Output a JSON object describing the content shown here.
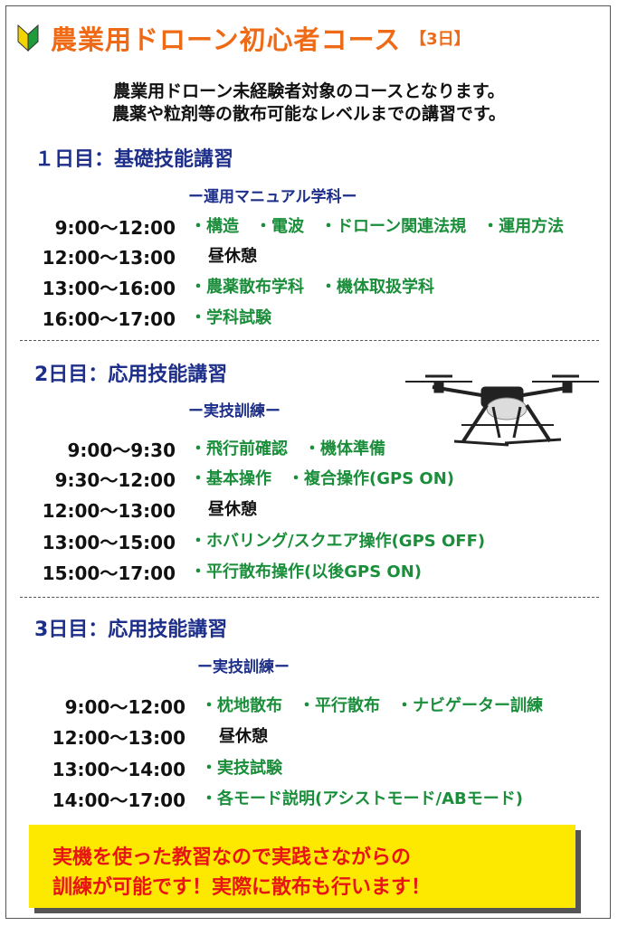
{
  "header": {
    "title": "農業用ドローン初心者コース",
    "days_badge": "【3日】"
  },
  "intro": [
    "農業用ドローン未経験者対象のコースとなります。",
    "農薬や粒剤等の散布可能なレベルまでの講習です。"
  ],
  "day1": {
    "heading": "１日目：基礎技能講習",
    "subheading": "ー運用マニュアル学科ー",
    "rows": [
      {
        "time": "9:00〜12:00",
        "content": "・構造　・電波　・ドローン関連法規　・運用方法"
      },
      {
        "time": "12:00〜13:00",
        "content": "昼休憩"
      },
      {
        "time": "13:00〜16:00",
        "content": "・農薬散布学科　・機体取扱学科"
      },
      {
        "time": "16:00〜17:00",
        "content": "・学科試験"
      }
    ]
  },
  "day2": {
    "heading": "2日目：応用技能講習",
    "subheading": "ー実技訓練ー",
    "rows": [
      {
        "time": "9:00〜9:30",
        "content": "・飛行前確認　・機体準備"
      },
      {
        "time": "9:30〜12:00",
        "content": "・基本操作　・複合操作(GPS ON)"
      },
      {
        "time": "12:00〜13:00",
        "content": "昼休憩"
      },
      {
        "time": "13:00〜15:00",
        "content": "・ホバリング/スクエア操作(GPS OFF)"
      },
      {
        "time": "15:00〜17:00",
        "content": "・平行散布操作(以後GPS ON)"
      }
    ]
  },
  "day3": {
    "heading": "3日目：応用技能講習",
    "subheading": "ー実技訓練ー",
    "rows": [
      {
        "time": "9:00〜12:00",
        "content": "・枕地散布　・平行散布　・ナビゲーター訓練"
      },
      {
        "time": "12:00〜13:00",
        "content": "昼休憩"
      },
      {
        "time": "13:00〜14:00",
        "content": "・実技試験"
      },
      {
        "time": "14:00〜17:00",
        "content": "・各モード説明(アシストモード/ABモード)"
      }
    ]
  },
  "banner": [
    "実機を使った教習なので実践さながらの",
    "訓練が可能です！実際に散布も行います！"
  ],
  "colors": {
    "title": "#ee6a17",
    "heading": "#1d2f8a",
    "content": "#1a8e3a",
    "banner_bg": "#fde900",
    "banner_text": "#e81414"
  },
  "icons": {
    "beginner": "beginner-leaf-icon",
    "drone": "drone-image"
  }
}
